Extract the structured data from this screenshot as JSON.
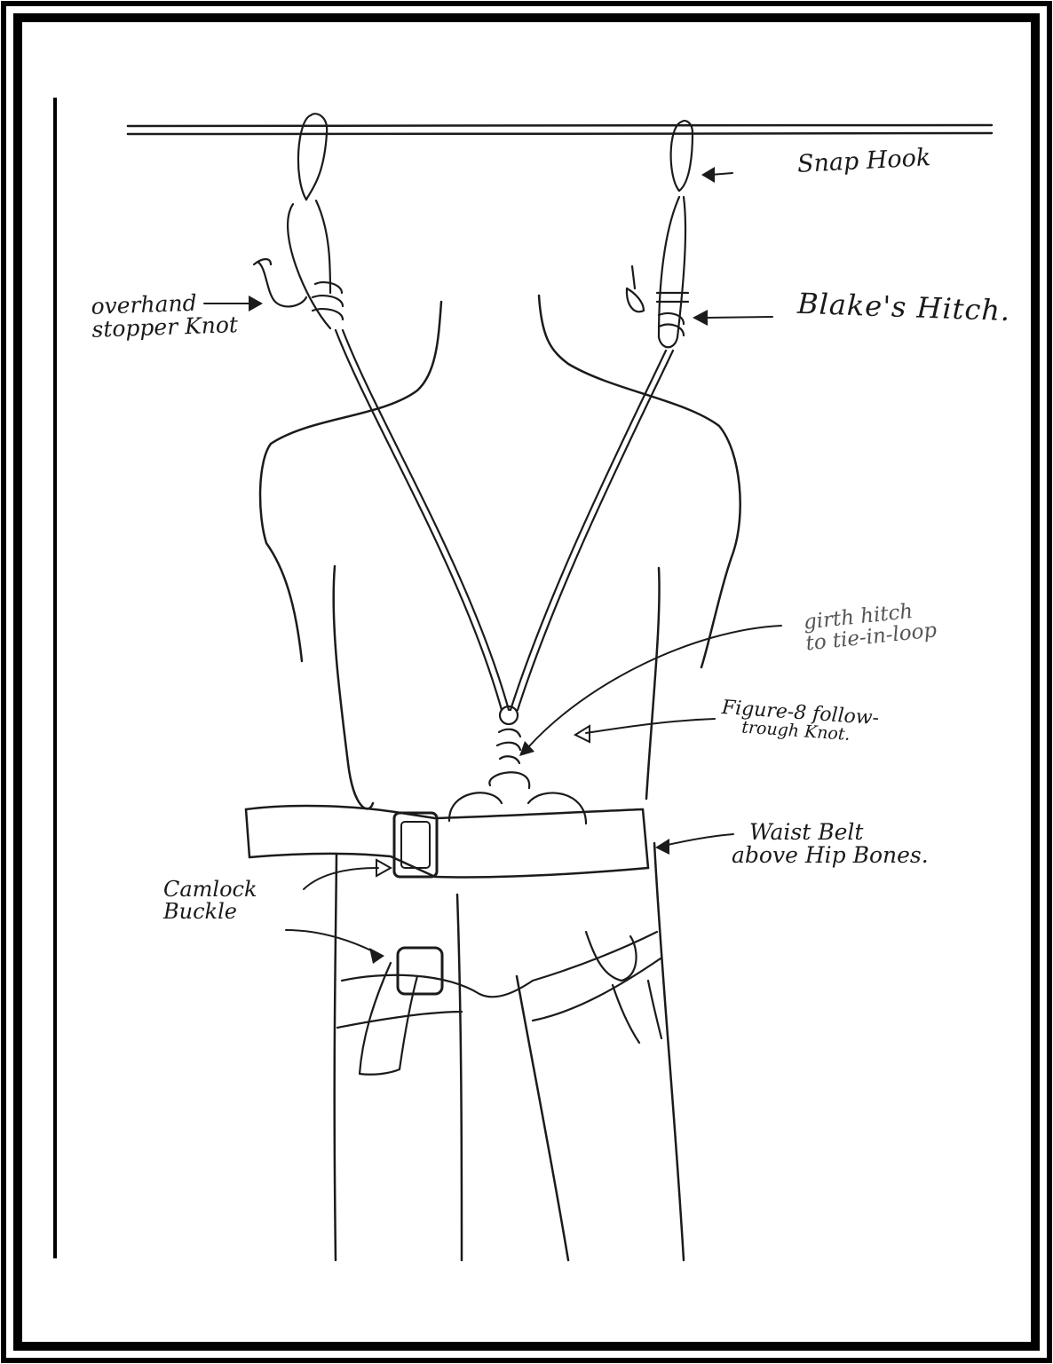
{
  "labels": {
    "snap_hook": "Snap Hook",
    "blakes_hitch": "Blake's Hitch.",
    "overhand_line1": "overhand",
    "overhand_line2": "stopper Knot",
    "girth_line1": "girth hitch",
    "girth_line2": "to tie-in-loop",
    "figure8_line1": "Figure-8 follow-",
    "figure8_line2": "trough Knot.",
    "waist_line1": "Waist Belt",
    "waist_line2": "above Hip Bones.",
    "camlock_line1": "Camlock",
    "camlock_line2": "Buckle"
  },
  "colors": {
    "ink": "#1b1b1b",
    "paper": "#ffffff",
    "frame": "#000000",
    "faint_ink": "#555555"
  }
}
